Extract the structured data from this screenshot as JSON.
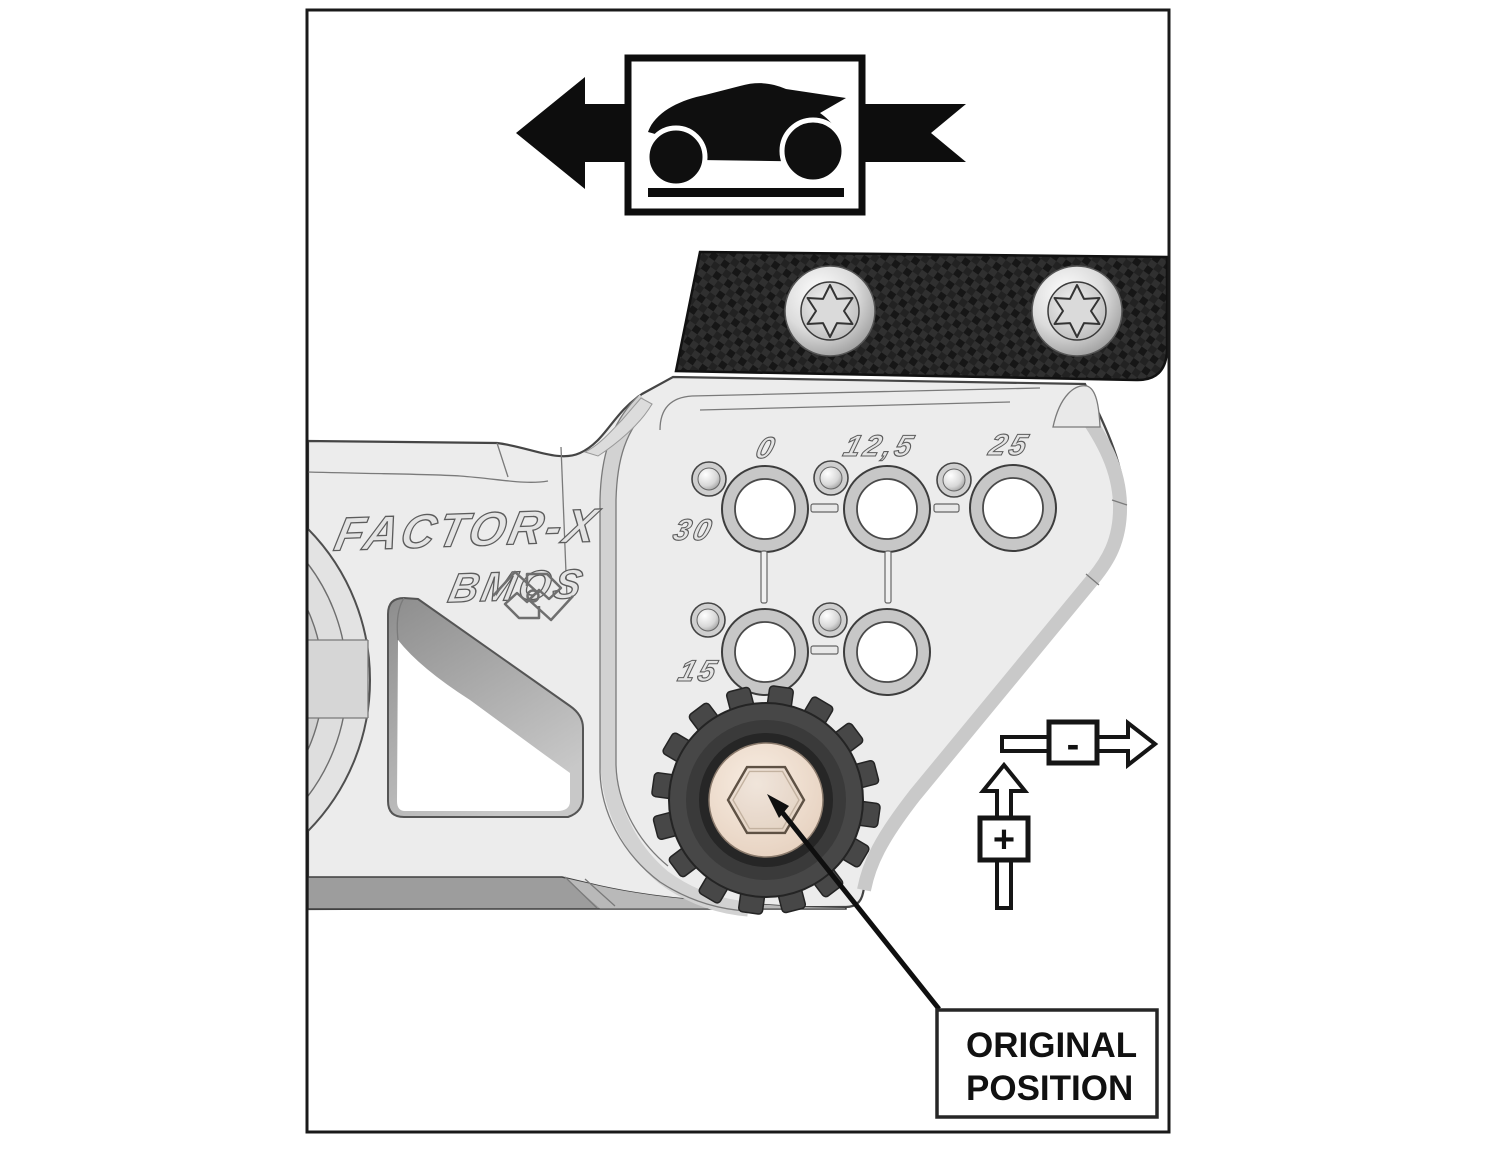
{
  "diagram": {
    "direction_indicator": {
      "icon": "motorcycle-silhouette",
      "arrow_direction": "left",
      "meaning": "front of motorcycle"
    },
    "engravings": {
      "brand": "FACTOR-X",
      "model": "BMOS",
      "logo": "gilles-double-g-emblem"
    },
    "positions": {
      "p0": "0",
      "p12_5": "12,5",
      "p25": "25",
      "p30": "30",
      "p15": "15"
    },
    "adjustment": {
      "minus_label": "-",
      "plus_label": "+"
    },
    "callout": {
      "line1": "ORIGINAL",
      "line2": "POSITION"
    },
    "colors": {
      "carbon_dark": "#191919",
      "knob_dark": "#474747",
      "knob_face": "#3a3a3a",
      "knob_inner": "#262626",
      "bolt_beige": "#f0e1d3",
      "metal_light": "#ececec",
      "band_gray": "#9d9d9d",
      "line_dark": "#1a1a1a"
    }
  }
}
